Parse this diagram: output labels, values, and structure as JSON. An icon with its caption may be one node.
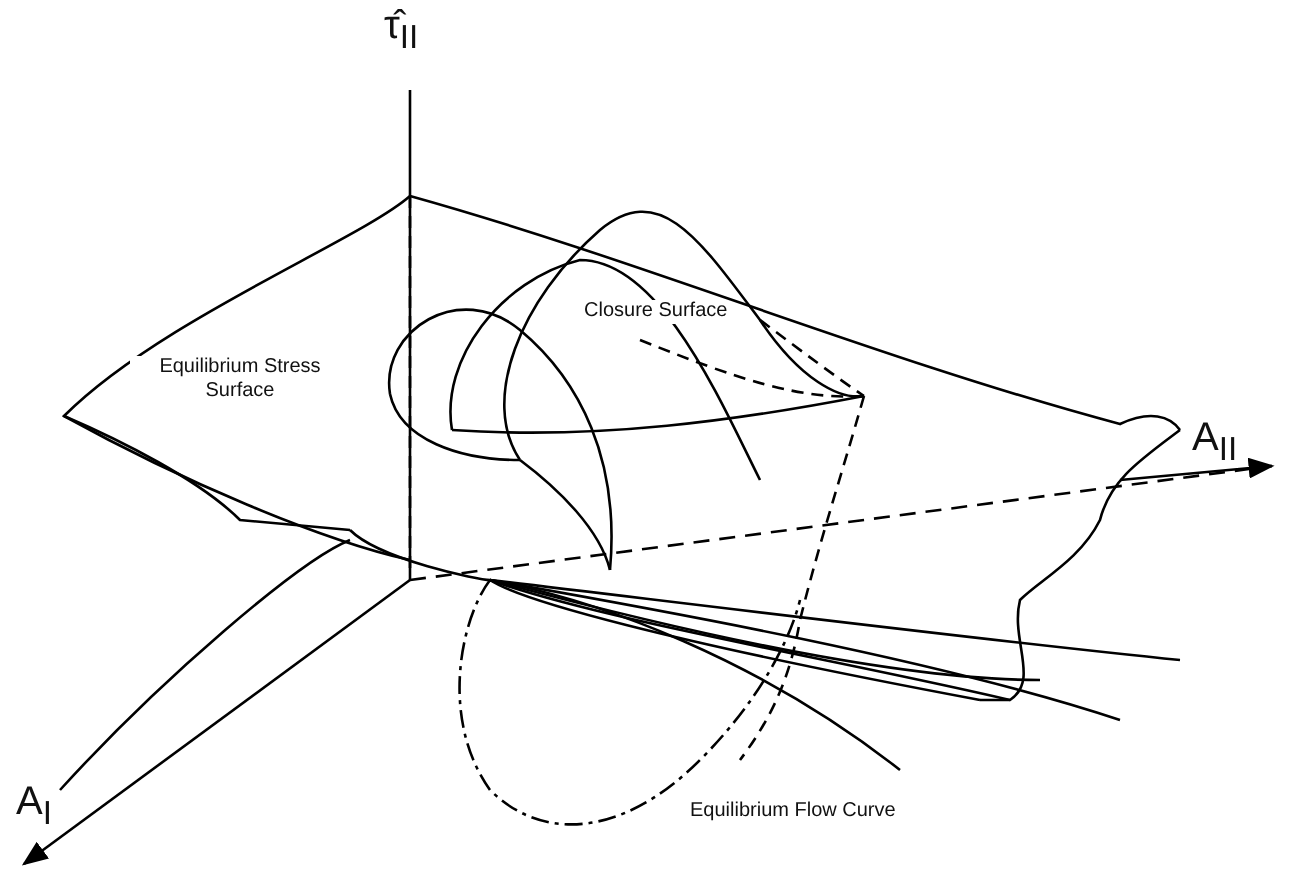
{
  "diagram": {
    "labels": [
      "τ̂$_{II}$",
      "Closure Surface",
      "Equilibrium Stress Surface",
      "A$_{II}$",
      "A$_{I}$",
      "Equilibrium Flow Curve"
    ]
  }
}
